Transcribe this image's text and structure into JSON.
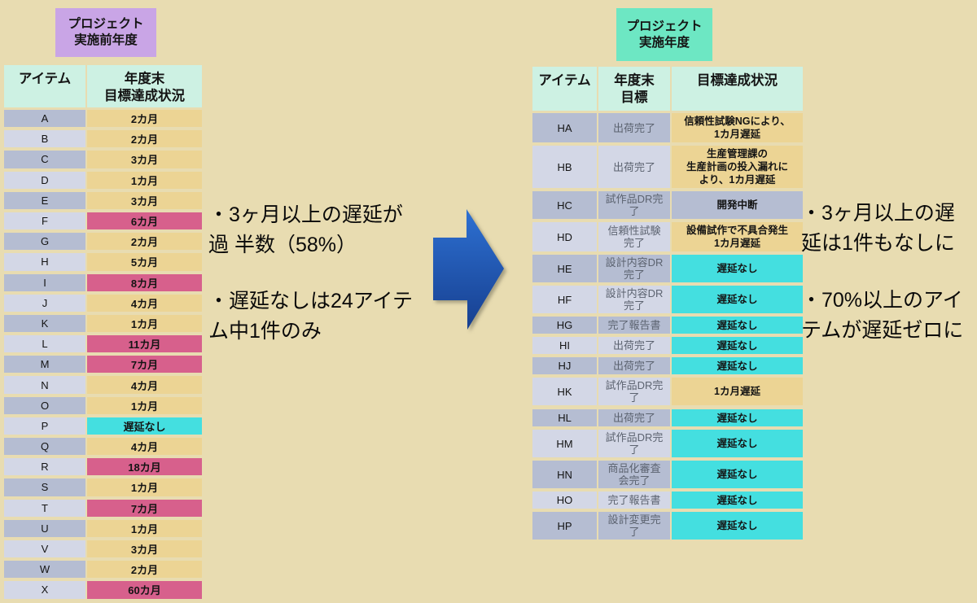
{
  "colors": {
    "page_bg": "#e8dcb1",
    "before_title_bg": "#c9a5e6",
    "after_title_bg": "#6de7c3",
    "table_header_bg": "#cdf1e3",
    "item_cell_dark": "#b5bdd2",
    "item_cell_light": "#d3d7e6",
    "delay_cell": "#ecd494",
    "major_delay_cell": "#d7608c",
    "no_delay_cell": "#44dfe0",
    "suspended_cell": "#b5bdd2",
    "arrow_top": "#2d70d2",
    "arrow_bottom": "#173f8f"
  },
  "before": {
    "title": "プロジェクト\n実施前年度",
    "headers": {
      "item": "アイテム",
      "status": "年度末\n目標達成状況"
    },
    "rows": [
      {
        "item": "A",
        "value": "2カ月",
        "color": "tan"
      },
      {
        "item": "B",
        "value": "2カ月",
        "color": "tan"
      },
      {
        "item": "C",
        "value": "3カ月",
        "color": "tan"
      },
      {
        "item": "D",
        "value": "1カ月",
        "color": "tan"
      },
      {
        "item": "E",
        "value": "3カ月",
        "color": "tan"
      },
      {
        "item": "F",
        "value": "6カ月",
        "color": "pink"
      },
      {
        "item": "G",
        "value": "2カ月",
        "color": "tan"
      },
      {
        "item": "H",
        "value": "5カ月",
        "color": "tan"
      },
      {
        "item": "I",
        "value": "8カ月",
        "color": "pink"
      },
      {
        "item": "J",
        "value": "4カ月",
        "color": "tan"
      },
      {
        "item": "K",
        "value": "1カ月",
        "color": "tan"
      },
      {
        "item": "L",
        "value": "11カ月",
        "color": "pink"
      },
      {
        "item": "M",
        "value": "7カ月",
        "color": "pink"
      },
      {
        "item": "N",
        "value": "4カ月",
        "color": "tan"
      },
      {
        "item": "O",
        "value": "1カ月",
        "color": "tan"
      },
      {
        "item": "P",
        "value": "遅延なし",
        "color": "cyan"
      },
      {
        "item": "Q",
        "value": "4カ月",
        "color": "tan"
      },
      {
        "item": "R",
        "value": "18カ月",
        "color": "pink"
      },
      {
        "item": "S",
        "value": "1カ月",
        "color": "tan"
      },
      {
        "item": "T",
        "value": "7カ月",
        "color": "pink"
      },
      {
        "item": "U",
        "value": "1カ月",
        "color": "tan"
      },
      {
        "item": "V",
        "value": "3カ月",
        "color": "tan"
      },
      {
        "item": "W",
        "value": "2カ月",
        "color": "tan"
      },
      {
        "item": "X",
        "value": "60カ月",
        "color": "pink"
      }
    ]
  },
  "after": {
    "title": "プロジェクト\n実施年度",
    "headers": {
      "item": "アイテム",
      "goal": "年度末\n目標",
      "status": "目標達成状況"
    },
    "rows": [
      {
        "item": "HA",
        "goal": "出荷完了",
        "status": "信頼性試験NGにより、\n1カ月遅延",
        "color": "tan"
      },
      {
        "item": "HB",
        "goal": "出荷完了",
        "status": "生産管理課の\n生産計画の投入漏れに\nより、1カ月遅延",
        "color": "tan"
      },
      {
        "item": "HC",
        "goal": "試作品DR完\n了",
        "status": "開発中断",
        "color": "gray"
      },
      {
        "item": "HD",
        "goal": "信頼性試験\n完了",
        "status": "設備試作で不具合発生\n1カ月遅延",
        "color": "tan"
      },
      {
        "item": "HE",
        "goal": "設計内容DR\n完了",
        "status": "遅延なし",
        "color": "cyan"
      },
      {
        "item": "HF",
        "goal": "設計内容DR\n完了",
        "status": "遅延なし",
        "color": "cyan"
      },
      {
        "item": "HG",
        "goal": "完了報告書",
        "status": "遅延なし",
        "color": "cyan"
      },
      {
        "item": "HI",
        "goal": "出荷完了",
        "status": "遅延なし",
        "color": "cyan"
      },
      {
        "item": "HJ",
        "goal": "出荷完了",
        "status": "遅延なし",
        "color": "cyan"
      },
      {
        "item": "HK",
        "goal": "試作品DR完\n了",
        "status": "1カ月遅延",
        "color": "tan"
      },
      {
        "item": "HL",
        "goal": "出荷完了",
        "status": "遅延なし",
        "color": "cyan",
        "gap_above": true
      },
      {
        "item": "HM",
        "goal": "試作品DR完\n了",
        "status": "遅延なし",
        "color": "cyan"
      },
      {
        "item": "HN",
        "goal": "商品化審査\n会完了",
        "status": "遅延なし",
        "color": "cyan"
      },
      {
        "item": "HO",
        "goal": "完了報告書",
        "status": "遅延なし",
        "color": "cyan"
      },
      {
        "item": "HP",
        "goal": "設計変更完\n了",
        "status": "遅延なし",
        "color": "cyan"
      }
    ]
  },
  "annotations": {
    "before_1": "・3ヶ月以上の遅延が\n過 半数（58%）",
    "before_2": "・遅延なしは24アイテ\nム中1件のみ",
    "after_1": "・3ヶ月以上の遅\n延は1件もなしに",
    "after_2": "・70%以上のアイ\nテムが遅延ゼロに"
  },
  "icons": {
    "arrow": "right-block-arrow"
  }
}
